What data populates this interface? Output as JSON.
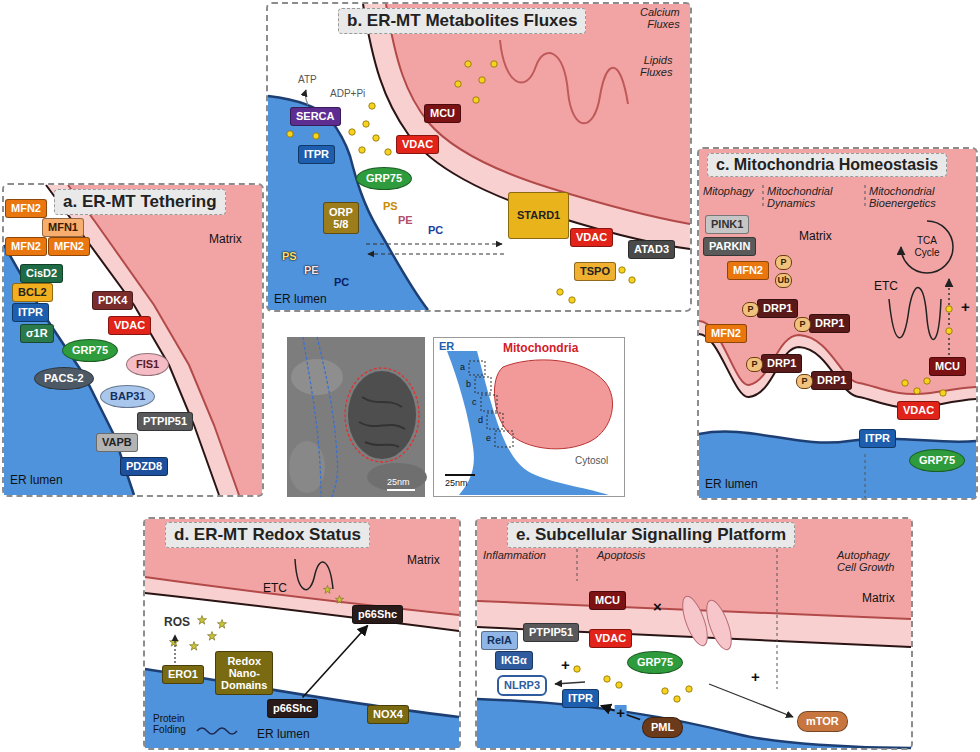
{
  "diagram": {
    "nodes": [
      {
        "text": [
          "a. ER-MT Tethering"
        ]
      },
      {
        "text": [
          "MFN2"
        ],
        "in": 0
      },
      {
        "text": [
          "MFN1"
        ],
        "in": 0
      },
      {
        "text": [
          "MFN2"
        ],
        "in": 0
      },
      {
        "text": [
          "MFN2"
        ],
        "in": 0
      },
      {
        "text": [
          "CisD2"
        ],
        "in": 0
      },
      {
        "text": [
          "BCL2"
        ],
        "in": 0
      },
      {
        "text": [
          "PDK4"
        ],
        "in": 0
      },
      {
        "text": [
          "ITPR"
        ],
        "in": 0
      },
      {
        "text": [
          "VDAC"
        ],
        "in": 0
      },
      {
        "text": [
          "σ1R"
        ],
        "in": 0
      },
      {
        "text": [
          "GRP75"
        ],
        "in": 0
      },
      {
        "text": [
          "PACS-2"
        ],
        "in": 0
      },
      {
        "text": [
          "FIS1"
        ],
        "in": 0
      },
      {
        "text": [
          "BAP31"
        ],
        "in": 0
      },
      {
        "text": [
          "PTPIP51"
        ],
        "in": 0
      },
      {
        "text": [
          "VAPB"
        ],
        "in": 0
      },
      {
        "text": [
          "PDZD8"
        ],
        "in": 0
      },
      {
        "text": [
          "b. ER-MT Metabolites Fluxes"
        ]
      },
      {
        "text": [
          "SERCA"
        ],
        "in": 18
      },
      {
        "text": [
          "MCU"
        ],
        "in": 18
      },
      {
        "text": [
          "ITPR"
        ],
        "in": 18
      },
      {
        "text": [
          "VDAC"
        ],
        "in": 18
      },
      {
        "text": [
          "GRP75"
        ],
        "in": 18
      },
      {
        "text": [
          "ORP 5/8"
        ],
        "in": 18
      },
      {
        "text": [
          "STARD1"
        ],
        "in": 18
      },
      {
        "text": [
          "VDAC"
        ],
        "in": 18
      },
      {
        "text": [
          "TSPO"
        ],
        "in": 18
      },
      {
        "text": [
          "ATAD3"
        ],
        "in": 18
      },
      {
        "text": [
          "c. Mitochondria Homeostasis"
        ]
      },
      {
        "text": [
          "PINK1"
        ],
        "in": 29
      },
      {
        "text": [
          "PARKIN"
        ],
        "in": 29
      },
      {
        "text": [
          "MFN2"
        ],
        "in": 29
      },
      {
        "text": [
          "MFN2"
        ],
        "in": 29
      },
      {
        "text": [
          "DRP1"
        ],
        "in": 29
      },
      {
        "text": [
          "DRP1"
        ],
        "in": 29
      },
      {
        "text": [
          "DRP1"
        ],
        "in": 29
      },
      {
        "text": [
          "DRP1"
        ],
        "in": 29
      },
      {
        "text": [
          "MCU"
        ],
        "in": 29
      },
      {
        "text": [
          "VDAC"
        ],
        "in": 29
      },
      {
        "text": [
          "ITPR"
        ],
        "in": 29
      },
      {
        "text": [
          "GRP75"
        ],
        "in": 29
      },
      {
        "text": [
          "d. ER-MT Redox Status"
        ]
      },
      {
        "text": [
          "p66Shc"
        ],
        "in": 42
      },
      {
        "text": [
          "ERO1"
        ],
        "in": 42
      },
      {
        "text": [
          "Redox Nano-Domains"
        ],
        "in": 42
      },
      {
        "text": [
          "p66Shc"
        ],
        "in": 42
      },
      {
        "text": [
          "NOX4"
        ],
        "in": 42
      },
      {
        "text": [
          "e. Subcellular Signalling Platform"
        ]
      },
      {
        "text": [
          "RelA"
        ],
        "in": 48
      },
      {
        "text": [
          "PTPIP51"
        ],
        "in": 48
      },
      {
        "text": [
          "IKBα"
        ],
        "in": 48
      },
      {
        "text": [
          "NLRP3"
        ],
        "in": 48
      },
      {
        "text": [
          "MCU"
        ],
        "in": 48
      },
      {
        "text": [
          "VDAC"
        ],
        "in": 48
      },
      {
        "text": [
          "GRP75"
        ],
        "in": 48
      },
      {
        "text": [
          "ITPR"
        ],
        "in": 48
      },
      {
        "text": [
          "PML"
        ],
        "in": 48
      },
      {
        "text": [
          "mTOR"
        ],
        "in": 48
      }
    ],
    "edges": [
      {
        "from": 46,
        "to": 43,
        "arrow": "to"
      },
      {
        "from": 57,
        "to": 56,
        "label": "+",
        "arrow": "to"
      }
    ],
    "labels": [
      "Matrix",
      "ER lumen",
      "ATP",
      "ADP+Pi",
      "Calcium Fluxes",
      "Lipids Fluxes",
      "PS",
      "PE",
      "PC",
      "PS",
      "PE",
      "PC",
      "ER lumen",
      "Mitophagy",
      "Mitochondrial Dynamics",
      "Mitochondrial Bioenergetics",
      "Matrix",
      "TCA Cycle",
      "ETC",
      "+",
      "P",
      "Ub",
      "P",
      "P",
      "P",
      "P",
      "ER lumen",
      "Matrix",
      "ETC",
      "ROS",
      "Protein Folding",
      "ER lumen",
      "Inflammation",
      "Apoptosis",
      "Autophagy Cell Growth",
      "Matrix",
      "+",
      "×",
      "+",
      "25nm",
      "ER",
      "Mitochondria",
      "Cytosol",
      "a",
      "b",
      "c",
      "d",
      "e",
      "25nm"
    ]
  }
}
